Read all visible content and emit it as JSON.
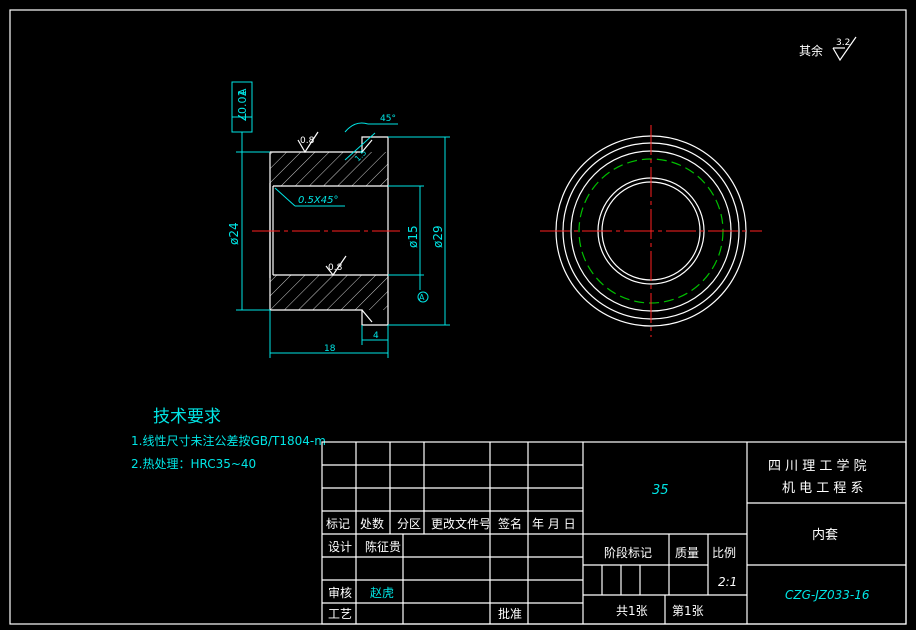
{
  "drawing": {
    "surface_finish_note": {
      "label": "其余",
      "value": "3.2"
    },
    "dimensions": {
      "tolerance_frame": "0.01",
      "tolerance_ref": "A",
      "chamfer_angle": "45°",
      "chamfer_size": "1.5",
      "inner_chamfer": "0.5X45°",
      "roughness_top": "0.8",
      "roughness_bottom": "0.8",
      "outer_dia": "ø24",
      "bore_dia": "ø15",
      "flange_dia": "ø29",
      "datum": "A",
      "length_total": "18",
      "length_flange": "4"
    },
    "tech_requirements": {
      "title": "技术要求",
      "item1": "1.线性尺寸未注公差按GB/T1804-m",
      "item2": "2.热处理：HRC35~40"
    }
  },
  "title_block": {
    "material": "35",
    "school_line1": "四 川 理 工 学 院",
    "school_line2": "机 电 工 程 系",
    "part_name": "内套",
    "drawing_number": "CZG-JZ033-16",
    "scale": "2:1",
    "sheets_total": "共1张",
    "sheet_num": "第1张",
    "headers": {
      "mark": "标记",
      "count": "处数",
      "zone": "分区",
      "change_doc": "更改文件号",
      "signature": "签名",
      "date": "年 月 日",
      "design": "设计",
      "designer": "陈征贵",
      "review": "审核",
      "reviewer": "赵虎",
      "process": "工艺",
      "approve": "批准",
      "stage_mark": "阶段标记",
      "mass": "质量",
      "ratio": "比例"
    }
  },
  "colors": {
    "background": "#000000",
    "outline": "#ffffff",
    "dimension": "#00e5e5",
    "centerline": "#ff2020",
    "hidden": "#00c000"
  }
}
